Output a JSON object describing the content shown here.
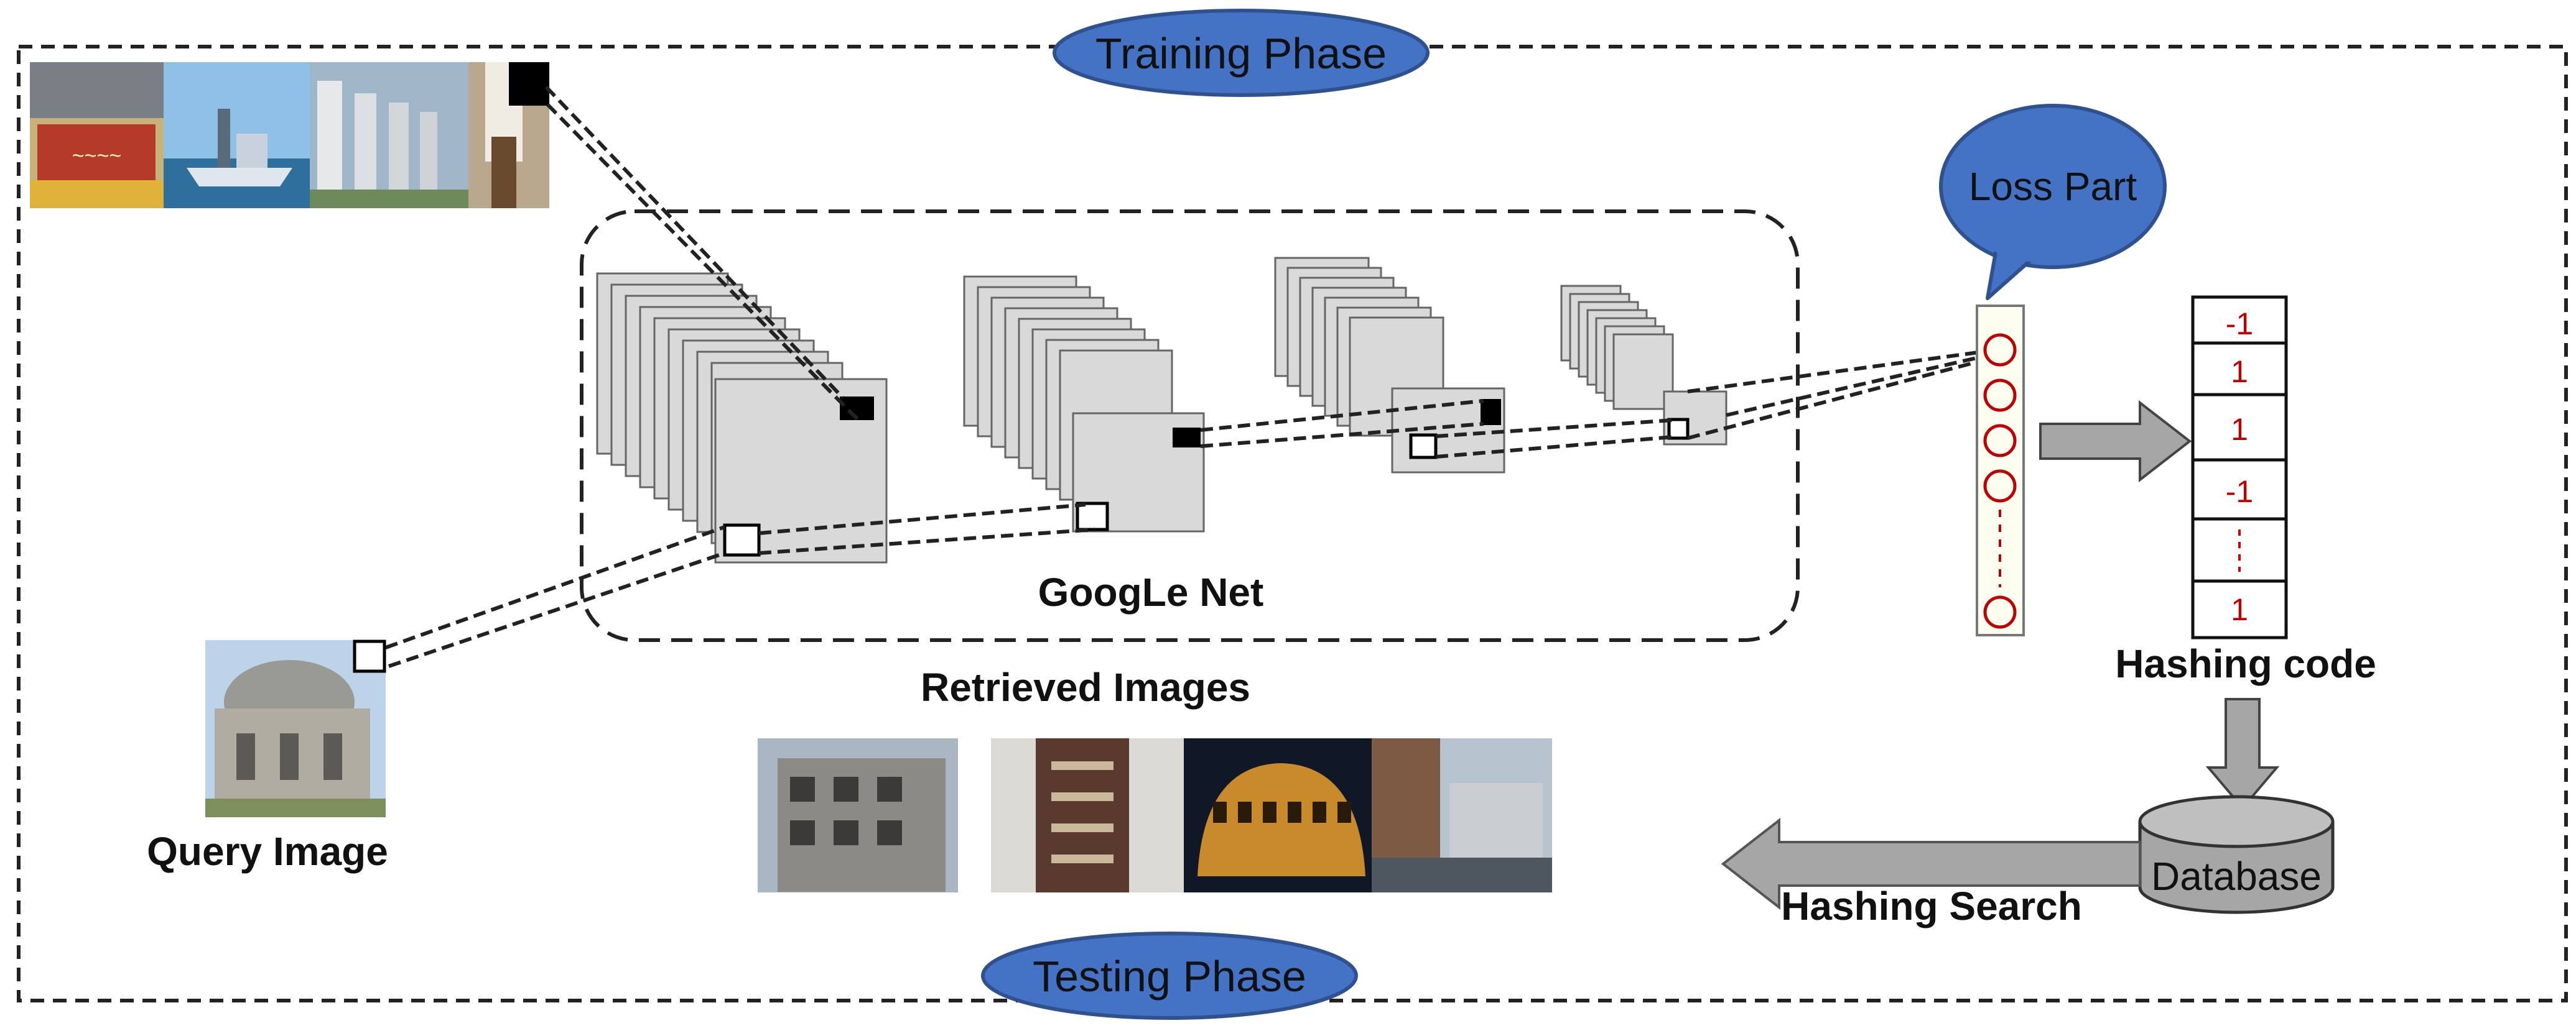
{
  "phases": {
    "training": "Training Phase",
    "testing": "Testing Phase"
  },
  "network_label": "GoogLe Net",
  "loss_label": "Loss Part",
  "hash_code": {
    "values": [
      "-1",
      "1",
      "1",
      "-1",
      "1"
    ],
    "label": "Hashing code"
  },
  "database_label": "Database",
  "search_label": "Hashing Search",
  "query_label": "Query Image",
  "retrieved_label": "Retrieved Images",
  "colors": {
    "bubble_fill": "#4472c4",
    "bubble_stroke": "#2f528f",
    "layer_fill": "#d9d9d9",
    "neuron_stroke": "#c00000",
    "code_text": "#c00000",
    "arrow_fill": "#a6a6a6"
  }
}
